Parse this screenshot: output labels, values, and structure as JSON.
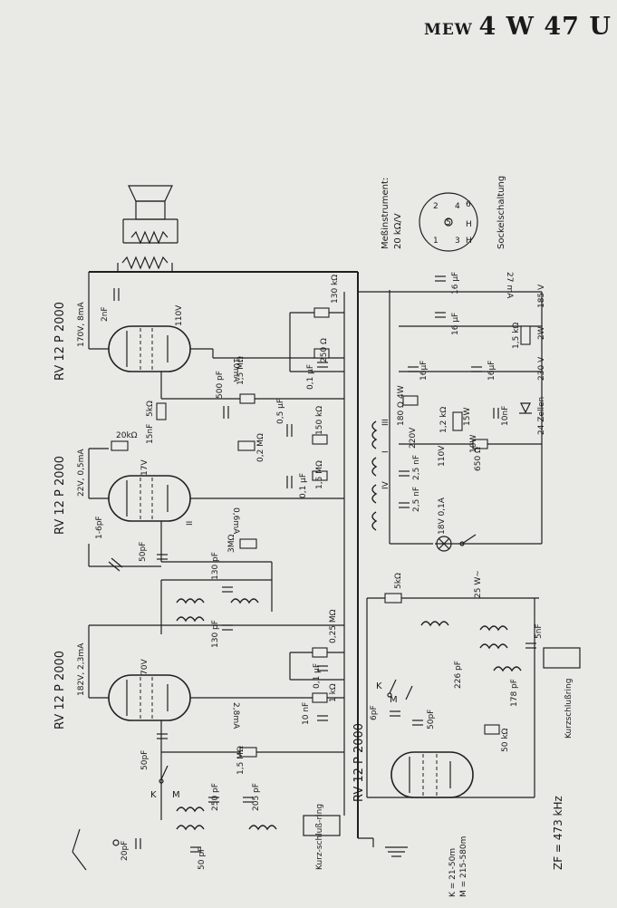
{
  "header": {
    "brand": "MEW",
    "model": "4 W 47 U"
  },
  "stage1": {
    "tube": "RV 12 P 2000",
    "anode": "182V, 2,3mA",
    "screen": "70V",
    "cathode_current": "2,8mA",
    "r_screen": "0,25 MΩ",
    "c_screen": "0,1 μF",
    "r_cathode": "1 kΩ",
    "c_cathode": "10 nF",
    "r_grid": "1,5 MΩ"
  },
  "stage2": {
    "tube": "RV 12 P 2000",
    "anode": "22V, 0,5mA",
    "screen": "17V",
    "cathode_current": "0,6mA",
    "r_anode": "20kΩ",
    "r_screen": "1,5 MΩ",
    "c_screen": "0,1 μF",
    "r_grid": "3MΩ",
    "c_trim": "1-6pF",
    "c_grid": "50pF",
    "c_filter1": "130 pF",
    "c_filter2": "130 pF"
  },
  "stage3": {
    "tube": "RV 12 P 2000",
    "anode": "170V, 8mA",
    "screen": "110V",
    "cathode_current": "10mA",
    "c_coupling": "2nF",
    "r_grid": "1,5 MΩ",
    "c_grid": "500 pF",
    "r_decouple": "5kΩ",
    "c_decouple": "15nF",
    "c_bypass": "0,5 μF",
    "r_bias": "0,2 MΩ",
    "r_load": "150 kΩ",
    "r_cathode": "130 kΩ",
    "c_cathode": "0,1 μF",
    "c_bypass2": "250 Ω"
  },
  "mixer": {
    "tube": "RV 12 P 2000",
    "c_coupling": "6pF",
    "c_grid": "50pF",
    "r_grid": "50 kΩ",
    "c_osc1": "226 pF",
    "c_osc2": "178 pF",
    "c_out": "5nF",
    "r_feed": "5kΩ",
    "switch_k": "K",
    "switch_m": "M"
  },
  "input": {
    "c_antenna": "20pF",
    "c_tune1": "250 pF",
    "c_tune2": "205 pF",
    "c_pad": "50 pF",
    "c_coupling": "50pF",
    "switch_k": "K",
    "switch_m": "M",
    "short_ring": "Kurz-schluß-ring"
  },
  "power": {
    "c1": "16 μF",
    "c2": "16 μF",
    "c3": "16μF",
    "c4": "16μF",
    "current": "27 mA",
    "v_out": "185 V",
    "v_in": "230 V",
    "r_series": "1,5 kΩ",
    "r_series_w": "2W",
    "rectifier": "24 Zellen",
    "c_filter": "10nF",
    "mains": "25 W~",
    "lamp": "18V 0,1A"
  },
  "transformer": {
    "v220": "220V",
    "v110": "110V",
    "r180": "180 Ω",
    "r12k": "1,2 kΩ",
    "w15": "15W",
    "w10": "10W",
    "w4": "4W",
    "r650": "650 Ω",
    "c1": "2,5 nF",
    "c2": "2,5 nF",
    "tap_iii": "III",
    "tap_i": "I",
    "tap_ii": "II",
    "tap_iv": "IV"
  },
  "meter": {
    "label": "Meßinstrument:",
    "value": "20 kΩ/V"
  },
  "socket": {
    "label": "Sockelschaltung",
    "pins": [
      "2",
      "1",
      "3",
      "4",
      "5",
      "6",
      "H",
      "H"
    ]
  },
  "footer": {
    "if_freq": "ZF = 473 kHz",
    "band_k": "K = 21-50m",
    "band_m": "M = 215-580m",
    "short_ring": "Kurzschlußring"
  }
}
